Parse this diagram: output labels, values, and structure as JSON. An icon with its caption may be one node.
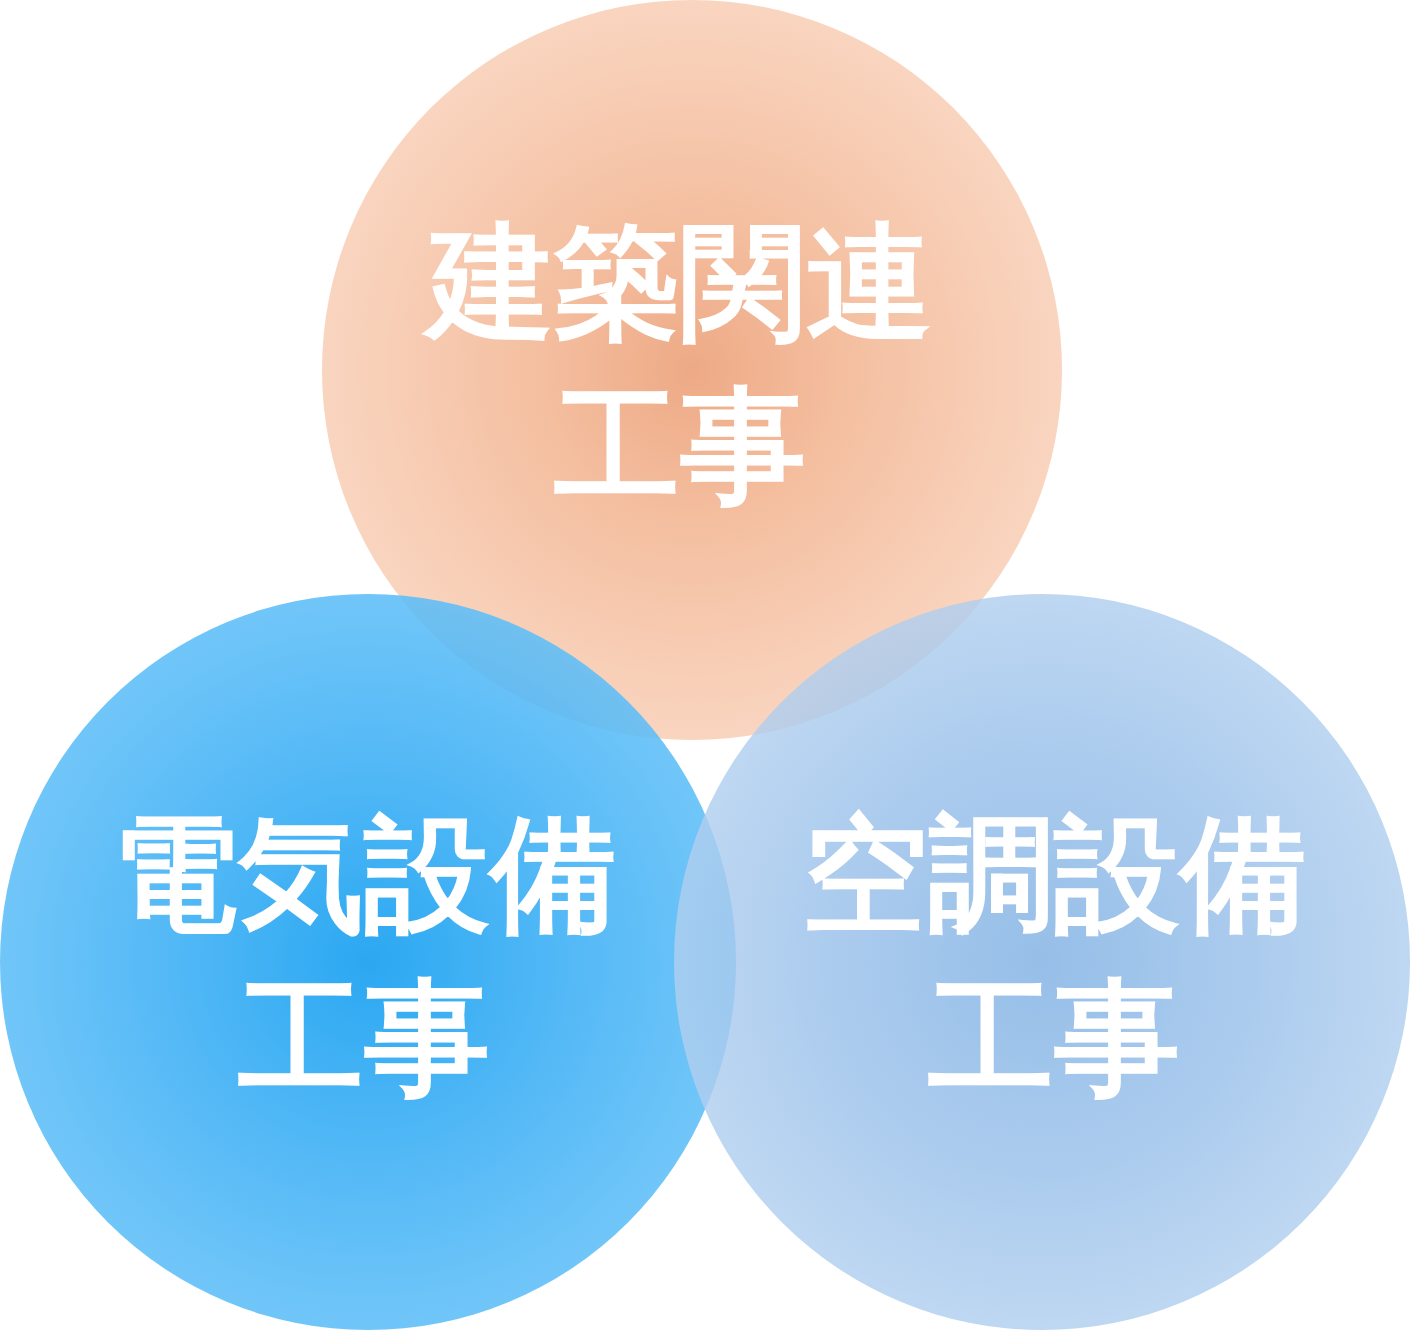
{
  "diagram": {
    "nodes": [
      {
        "text": [
          "建築関連工事"
        ]
      },
      {
        "text": [
          "電気設備工事"
        ]
      },
      {
        "text": [
          "空調設備工事"
        ]
      }
    ]
  }
}
